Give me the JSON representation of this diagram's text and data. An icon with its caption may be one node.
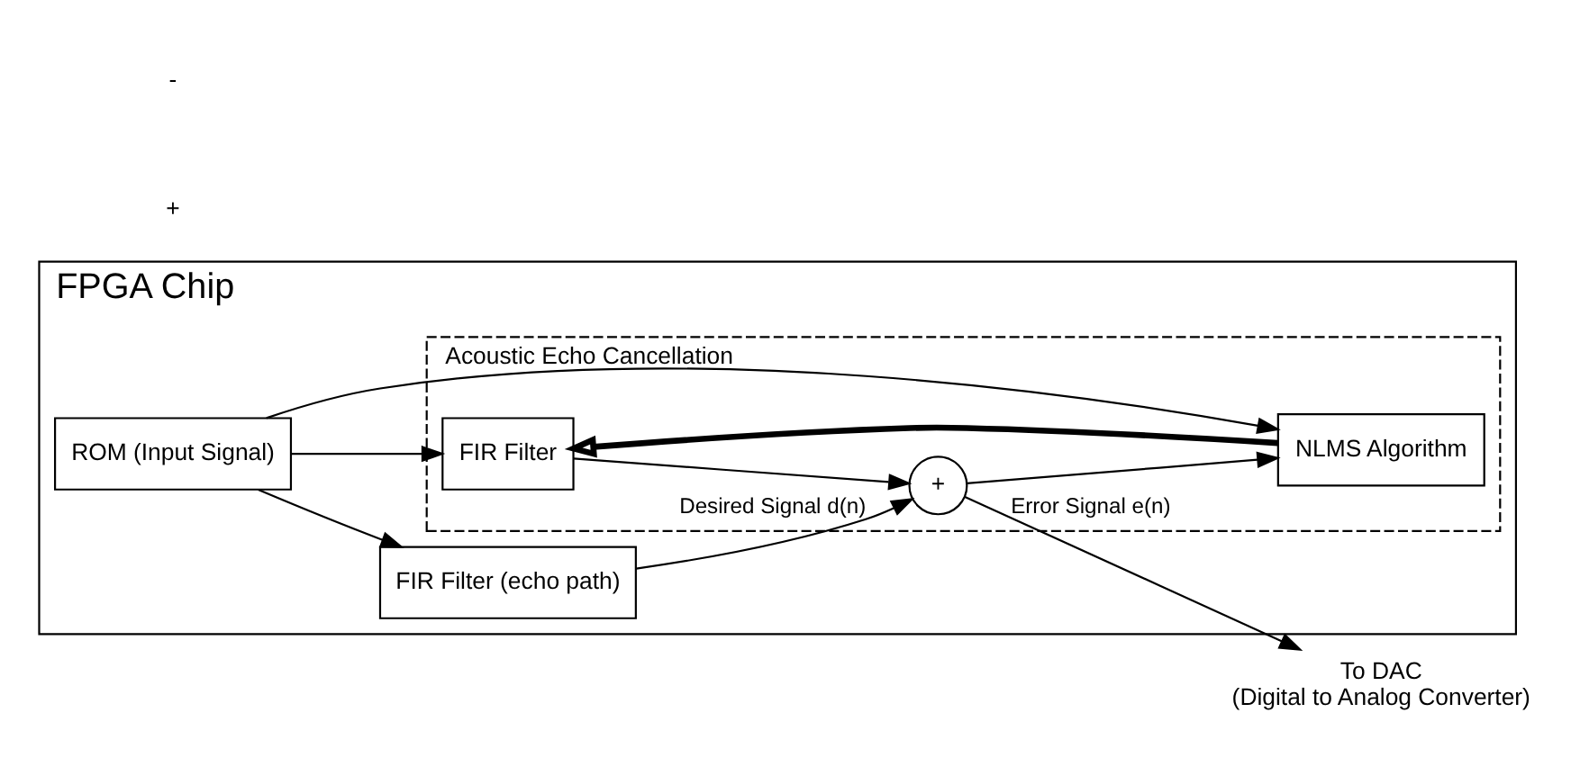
{
  "diagram": {
    "nodes": [
      {
        "text": [
          "FPGA Chip"
        ]
      },
      {
        "text": [
          "ROM (Input Signal)"
        ],
        "in": 0
      },
      {
        "text": [
          "FIR Filter (echo path)"
        ],
        "in": 0
      },
      {
        "text": [
          "Acoustic Echo Cancellation"
        ],
        "in": 0
      },
      {
        "text": [
          "FIR Filter"
        ],
        "in": 3
      },
      {
        "text": [
          "+"
        ],
        "in": 3
      },
      {
        "text": [
          "NLMS Algorithm"
        ],
        "in": 3
      },
      {
        "text": [
          "To DAC",
          "(Digital to Analog Converter)"
        ]
      }
    ],
    "edges": [
      {
        "from": 1,
        "to": 2,
        "arrow": "to"
      },
      {
        "from": 1,
        "to": 4,
        "arrow": "to"
      },
      {
        "from": 1,
        "to": 6,
        "arrow": "to"
      },
      {
        "from": 2,
        "to": 5,
        "arrow": "to",
        "label": "Desired Signal d(n)"
      },
      {
        "from": 4,
        "to": 5,
        "arrow": "to"
      },
      {
        "from": 5,
        "to": 7,
        "arrow": "to",
        "label": "Error Signal e(n)"
      },
      {
        "from": 5,
        "to": 6,
        "arrow": "to"
      },
      {
        "from": 6,
        "to": 4,
        "arrow": "to",
        "style": "thick"
      }
    ],
    "labels": [
      "+",
      "-"
    ]
  }
}
